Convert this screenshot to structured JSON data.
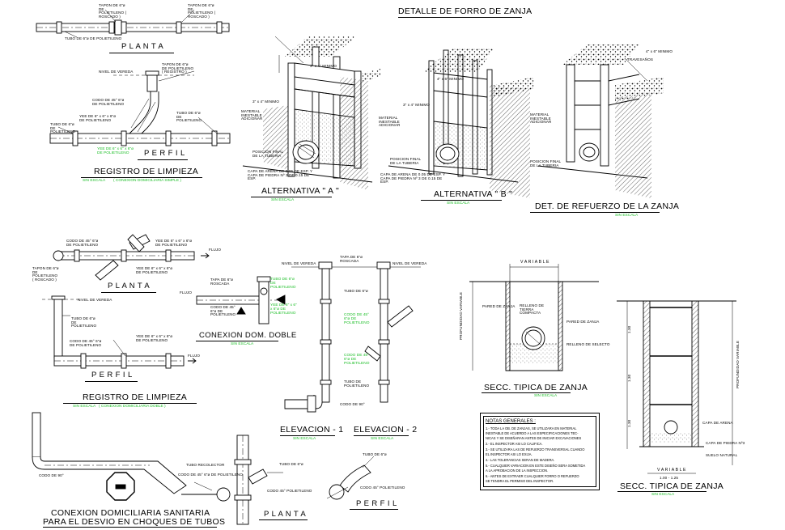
{
  "titles": {
    "detalle": "DETALLE DE FORRO DE ZANJA",
    "planta1": "P L A N T A",
    "perfil1": "P E R F I L",
    "registro1": "REGISTRO DE LIMPIEZA",
    "registro1_sub": "( CONEXION DOMICILIARIA SIMPLE )",
    "alt_a": "ALTERNATIVA \" A \"",
    "alt_b": "ALTERNATIVA \" B \"",
    "det_refuerzo": "DET. DE REFUERZO DE LA ZANJA",
    "planta2": "P L A N T A",
    "perfil2": "P E R F I L",
    "registro2": "REGISTRO DE LIMPIEZA",
    "registro2_sub": "( CONEXION DOMICILIARIA DOBLE )",
    "conexion_doble": "CONEXION DOM. DOBLE",
    "elev1": "ELEVACION - 1",
    "elev2": "ELEVACION - 2",
    "secc1": "SECC. TIPICA DE ZANJA",
    "secc2": "SECC. TIPICA DE ZANJA",
    "conexion_san_1": "CONEXION DOMICILIARIA SANITARIA",
    "conexion_san_2": "PARA EL DESVIO EN CHOQUES DE TUBOS",
    "planta3": "P L A N T A",
    "perfil3": "P E R F I L",
    "variable_top": "V A R I A B L E",
    "variable_bottom": "V A R I A B L E",
    "escala": "SIN ESCALA"
  },
  "labels": {
    "tapon": "TAPON DE 6\"ø DE POLIETILENO ( ROSCADO )",
    "tubo": "TUBO DE 6\"ø DE POLIETILENO",
    "nivel_vereda": "NIVEL DE VEREDA",
    "codo45": "CODO DE 45° 6\"ø DE POLIETILENO",
    "yee": "YEE DE 6\" x 6\" x 6\"ø DE POLIETILENO",
    "tapon_reg": "TAPON DE 6\"ø DE POLIETILENO ( REGISTRO )",
    "flujo": "FLUJO",
    "tapa_rosca": "TAPA DE 6\"ø ROSCADA",
    "tubo_pol": "TUBO DE POLIETILENO",
    "codo90": "CODO DE 90°",
    "tubo_recolector": "TUBO RECOLECTOR",
    "codo45b": "CODO 45° POLIETILENO",
    "tubo_de": "TUBO DE 6\"ø",
    "codo45_pol": "CODO 45° POLIETILENO",
    "relleno": "RELLENO DE TIERRA COMPACTA",
    "pared_zanja": "PARED DE ZANJA",
    "relleno_selecto": "RELLENO DE SELECTO",
    "profundidad_variable": "PROFUNDIDAD VARIABLE",
    "variable": "VARIABLE",
    "capa_arena": "CAPA DE ARENA",
    "capa_piedra": "CAPA DE PIEDRA Nº3",
    "suelo_natural": "SUELO NATURAL",
    "material_inestable": "MATERIAL INESTABLE ADICIONAR",
    "posicion_final": "POSICION FINAL DE LA TUBERIA",
    "capa_arena_b": "CAPA DE ARENA DE 0.05 DE ESP. Y CAPA DE PIEDRA Nº 3 DE 0.15 DE ESP.",
    "dimension_a": "3\" x 4\" MINIMO",
    "dimension_b": "4\" x 6\" MINIMO",
    "travesano": "TRAVESAÑOS",
    "cm130": "1.30",
    "cm100_125": "1.00 - 1.25"
  },
  "notes": {
    "title": "NOTAS GENERALES :",
    "lines": [
      "1.- TODA LA OB. DE ZANJAS, SE UTILIZARA EN MATERIAL",
      "    INESTABLE DE ACUERDO A LAS ESPECIFICACIONES TEC-",
      "    NICAS Y SE DISEÑARAN ANTES DE INICIAR EXCAVACIONES",
      "2.- EL INSPECTOR ASI LO CALIFICA.",
      "3.- SE UTILIZARA LAS DE REFUERZO TRANSVERSAL CUANDO",
      "    EL INSPECTOR ASI LO EXIJA.",
      "4.- LAS TOLERANCIAS SERAN DE MADERA.",
      "5.- CUALQUIER VARIACION EN ESTE DISEÑO SERA SOMETIDA",
      "    A LA APROBACION DE LA INSPECCION.",
      "6.- ANTES DE EXTRAER CUALQUIER FORRO O REFUERZO",
      "    SE TENDRA EL PERMISO DEL INSPECTOR."
    ]
  },
  "colors": {
    "ink": "#000000",
    "green": "#1fbf2a",
    "paper": "#ffffff"
  }
}
